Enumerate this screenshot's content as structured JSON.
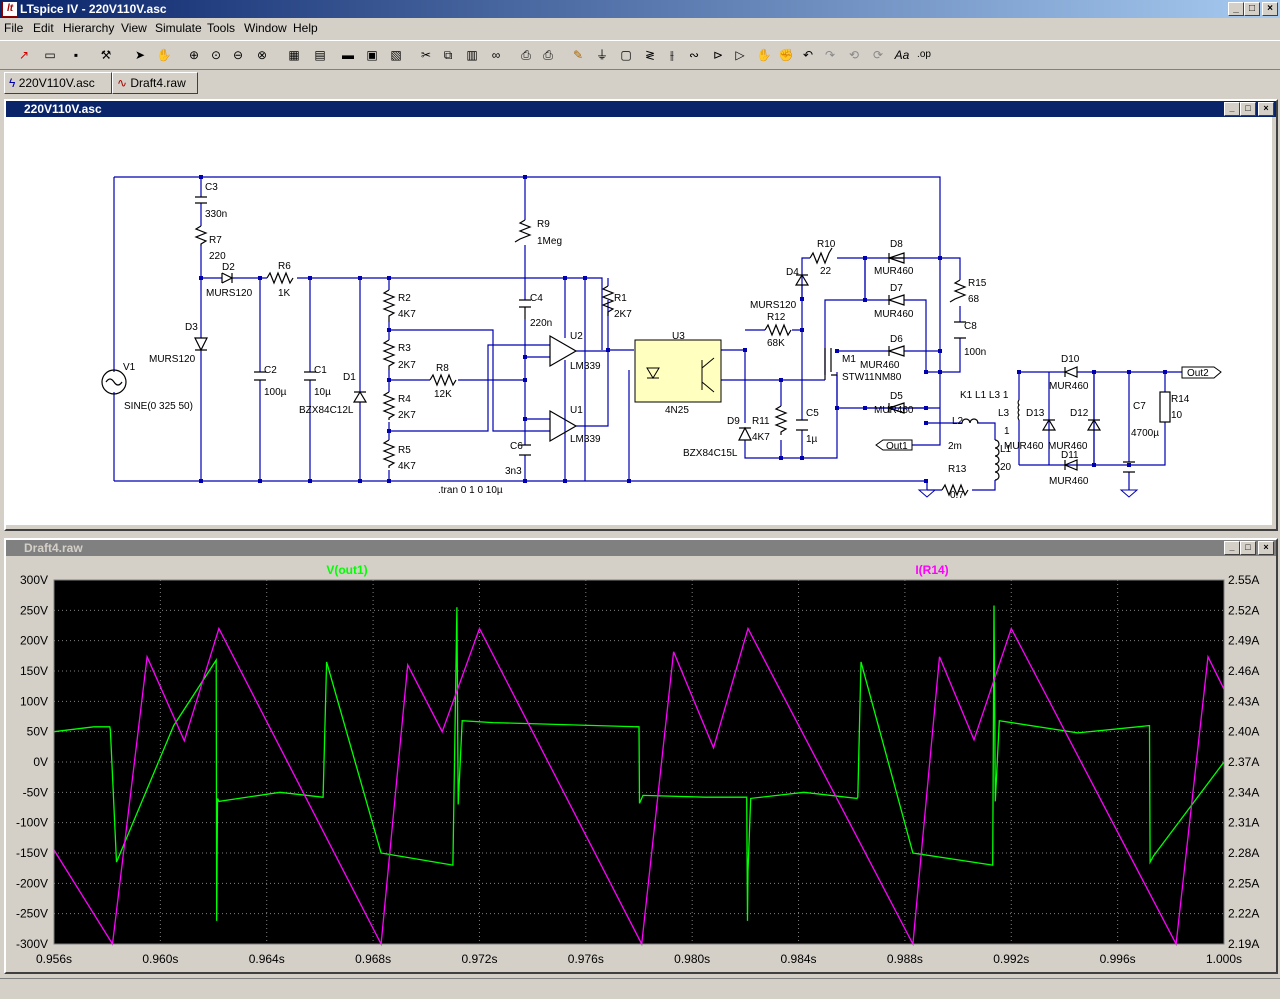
{
  "app": {
    "title": "LTspice IV - 220V110V.asc"
  },
  "menu": [
    "File",
    "Edit",
    "Hierarchy",
    "View",
    "Simulate",
    "Tools",
    "Window",
    "Help"
  ],
  "tabs": [
    {
      "label": "220V110V.asc"
    },
    {
      "label": "Draft4.raw"
    }
  ],
  "schematic": {
    "title": "220V110V.asc",
    "labels": {
      "V1": "V1",
      "V1val": "SINE(0 325 50)",
      "C3": "C3",
      "C3val": "330n",
      "R7": "R7",
      "R7val": "220",
      "D2": "D2",
      "D2val": "MURS120",
      "R6": "R6",
      "R6val": "1K",
      "D3": "D3",
      "D3val": "MURS120",
      "C2": "C2",
      "C2val": "100µ",
      "C1": "C1",
      "C1val": "10µ",
      "D1": "D1",
      "D1val": "BZX84C12L",
      "R2": "R2",
      "R2val": "4K7",
      "R3": "R3",
      "R3val": "2K7",
      "R4": "R4",
      "R4val": "2K7",
      "R5": "R5",
      "R5val": "4K7",
      "R8": "R8",
      "R8val": "12K",
      "R9": "R9",
      "R9val": "1Meg",
      "C4": "C4",
      "C4val": "220n",
      "U2": "U2",
      "U2val": "LM339",
      "U1": "U1",
      "U1val": "LM339",
      "C6": "C6",
      "C6val": "3n3",
      "R1": "R1",
      "R1val": "2K7",
      "U3": "U3",
      "U3val": "4N25",
      "D4": "D4",
      "D4val": "MURS120",
      "R10": "R10",
      "R10val": "22",
      "R12": "R12",
      "R12val": "68K",
      "M1": "M1",
      "M1val": "STW11NM80",
      "D9": "D9",
      "D9val": "BZX84C15L",
      "R11": "R11",
      "R11val": "4K7",
      "C5": "C5",
      "C5val": "1µ",
      "D8": "D8",
      "D8val": "MUR460",
      "D7": "D7",
      "D7val": "MUR460",
      "D6": "D6",
      "D6val": "MUR460",
      "D5": "D5",
      "D5val": "MUR460",
      "R15": "R15",
      "R15val": "68",
      "C8": "C8",
      "C8val": "100n",
      "K1": "K1 L1 L3 1",
      "L3": "L3",
      "L3val": "1",
      "L2": "L2",
      "L2val": "2m",
      "L1": "L1",
      "L1val": "20",
      "R13": "R13",
      "R13val": "0.7",
      "Out1": "Out1",
      "Out2": "Out2",
      "D10": "D10",
      "D10val": "MUR460",
      "D13": "D13",
      "D13val": "MUR460",
      "D12": "D12",
      "D12val": "MUR460",
      "D11": "D11",
      "D11val": "MUR460",
      "C7": "C7",
      "C7val": "4700µ",
      "R14": "R14",
      "R14val": "10",
      "tran": ".tran 0 1 0 10µ"
    }
  },
  "waveform": {
    "title": "Draft4.raw",
    "traces": [
      {
        "name": "V(out1)",
        "color": "#00ff00"
      },
      {
        "name": "I(R14)",
        "color": "#ff00ff"
      }
    ]
  },
  "chart_data": {
    "type": "line",
    "title": "",
    "xlabel": "",
    "ylabel": "",
    "xlim": [
      0.956,
      1.0
    ],
    "ylim": [
      -300,
      300
    ],
    "y2lim": [
      2.19,
      2.55
    ],
    "x_ticks": [
      "0.956s",
      "0.960s",
      "0.964s",
      "0.968s",
      "0.972s",
      "0.976s",
      "0.980s",
      "0.984s",
      "0.988s",
      "0.992s",
      "0.996s",
      "1.000s"
    ],
    "y_ticks": [
      "300V",
      "250V",
      "200V",
      "150V",
      "100V",
      "50V",
      "0V",
      "-50V",
      "-100V",
      "-150V",
      "-200V",
      "-250V",
      "-300V"
    ],
    "y2_ticks": [
      "2.55A",
      "2.52A",
      "2.49A",
      "2.46A",
      "2.43A",
      "2.40A",
      "2.37A",
      "2.34A",
      "2.31A",
      "2.28A",
      "2.25A",
      "2.22A",
      "2.19A"
    ],
    "grid": true,
    "series": [
      {
        "name": "V(out1)",
        "axis": "left",
        "color": "#00ff00",
        "x": [
          0.956,
          0.9575,
          0.9581,
          0.95812,
          0.95835,
          0.9605,
          0.9621,
          0.96212,
          0.96215,
          0.9622,
          0.9645,
          0.9661,
          0.96612,
          0.96625,
          0.9683,
          0.971,
          0.97115,
          0.9712,
          0.97135,
          0.9725,
          0.978,
          0.97802,
          0.97815,
          0.9805,
          0.98205,
          0.98208,
          0.9821,
          0.9822,
          0.9842,
          0.9862,
          0.98623,
          0.98635,
          0.9883,
          0.9913,
          0.99135,
          0.9914,
          0.99155,
          0.9945,
          0.9972,
          0.99722,
          0.99735,
          1.0
        ],
        "y": [
          50,
          58,
          58,
          52,
          -165,
          60,
          168,
          -262,
          -60,
          -65,
          -50,
          -58,
          -58,
          165,
          -150,
          -170,
          255,
          -70,
          68,
          65,
          58,
          -68,
          -55,
          -58,
          -58,
          -262,
          -180,
          -60,
          -50,
          -60,
          -58,
          165,
          -150,
          -170,
          258,
          -65,
          68,
          48,
          60,
          -165,
          -155,
          0
        ]
      },
      {
        "name": "I(R14)",
        "axis": "right",
        "color": "#ff00ff",
        "x": [
          0.956,
          0.9582,
          0.9595,
          0.9609,
          0.9622,
          0.9683,
          0.9693,
          0.9706,
          0.972,
          0.9781,
          0.9793,
          0.9808,
          0.9821,
          0.9883,
          0.9893,
          0.9906,
          0.992,
          0.9982,
          0.9994,
          1.0
        ],
        "y": [
          2.283,
          2.19,
          2.474,
          2.391,
          2.502,
          2.19,
          2.466,
          2.4,
          2.502,
          2.19,
          2.479,
          2.384,
          2.502,
          2.19,
          2.474,
          2.392,
          2.502,
          2.19,
          2.474,
          2.442
        ]
      }
    ]
  }
}
